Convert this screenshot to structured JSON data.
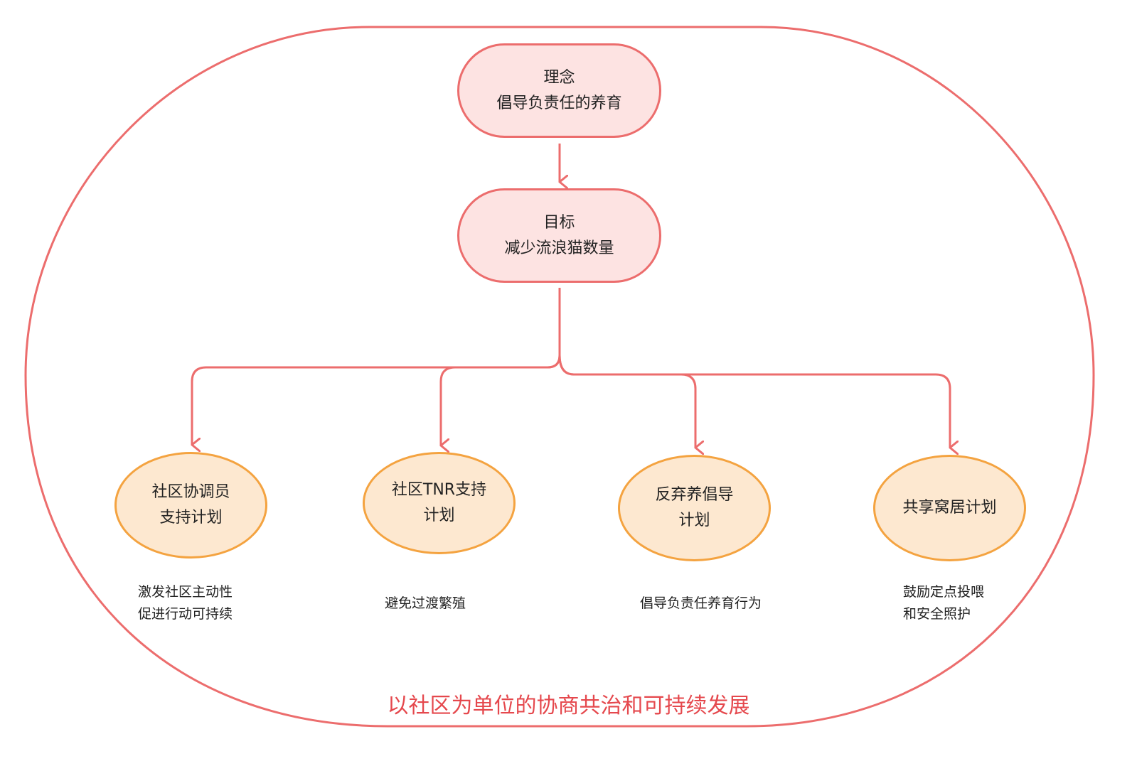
{
  "colors": {
    "frame": "#ec6d6d",
    "arrow": "#ec6d6d",
    "top_fill": "#fde3e2",
    "top_border": "#ec6d6d",
    "plan_fill": "#fde8d0",
    "plan_border": "#f4a340",
    "footer_text": "#e5484d"
  },
  "concept": {
    "line1": "理念",
    "line2": "倡导负责任的养育"
  },
  "goal": {
    "line1": "目标",
    "line2": "减少流浪猫数量"
  },
  "plans": [
    {
      "line1": "社区协调员",
      "line2": "支持计划",
      "desc1": "激发社区主动性",
      "desc2": "促进行动可持续"
    },
    {
      "line1": "社区TNR支持",
      "line2": "计划",
      "desc1": "避免过渡繁殖",
      "desc2": ""
    },
    {
      "line1": "反弃养倡导",
      "line2": "计划",
      "desc1": "倡导负责任养育行为",
      "desc2": ""
    },
    {
      "line1": "共享窝居计划",
      "line2": "",
      "desc1": "鼓励定点投喂",
      "desc2": "和安全照护"
    }
  ],
  "footer": "以社区为单位的协商共治和可持续发展"
}
